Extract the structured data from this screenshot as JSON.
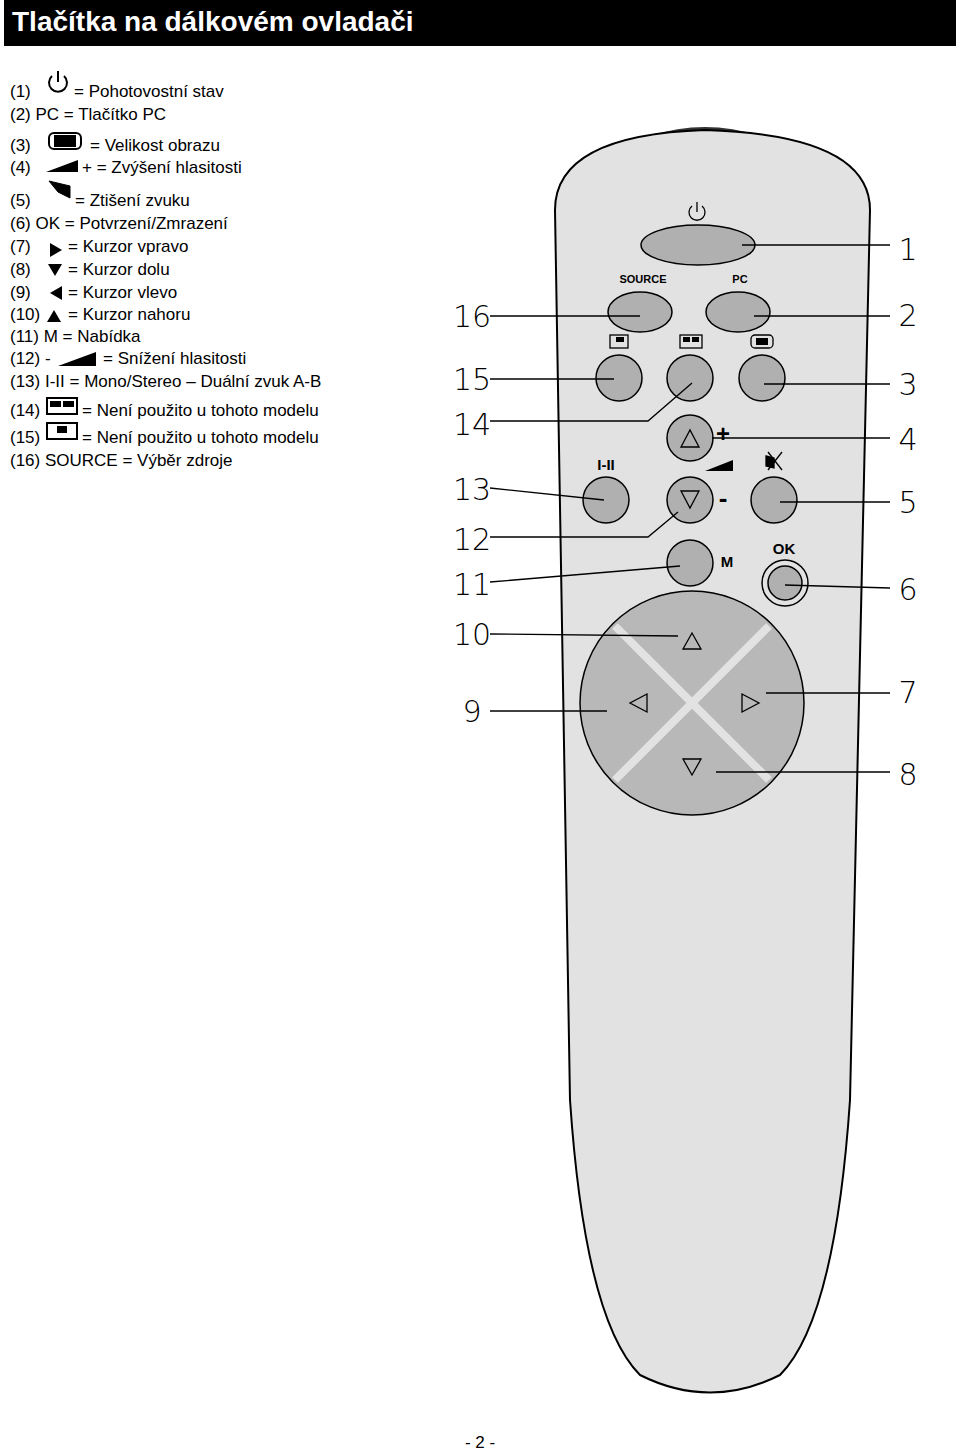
{
  "diagram": {
    "title": "Tlačítka na dálkovém ovladači",
    "labels": [
      "(1)",
      "= Pohotovostní stav",
      "(2) PC = Tlačítko PC",
      "(3)",
      "= Velikost obrazu",
      "(4)",
      "+ = Zvýšení hlasitosti",
      "(5)",
      "= Ztišení zvuku",
      "(6) OK = Potvrzení/Zmrazení",
      "(7)",
      "= Kurzor vpravo",
      "(8)",
      "= Kurzor dolu",
      "(9)",
      "= Kurzor vlevo",
      "(10)",
      "= Kurzor nahoru",
      "(11) M = Nabídka",
      "(12) -",
      "= Snížení hlasitosti",
      "(13) I-II = Mono/Stereo – Duální zvuk A-B",
      "(14)",
      "= Není použito u tohoto modelu",
      "(15)",
      "= Není použito u tohoto modelu",
      "(16) SOURCE = Výběr zdroje",
      "SOURCE",
      "PC",
      "I-II",
      "+",
      "-",
      "M",
      "OK",
      "1",
      "2",
      "3",
      "4",
      "5",
      "6",
      "7",
      "8",
      "9",
      "10",
      "11",
      "12",
      "13",
      "14",
      "15",
      "16",
      "- 2 -"
    ]
  }
}
